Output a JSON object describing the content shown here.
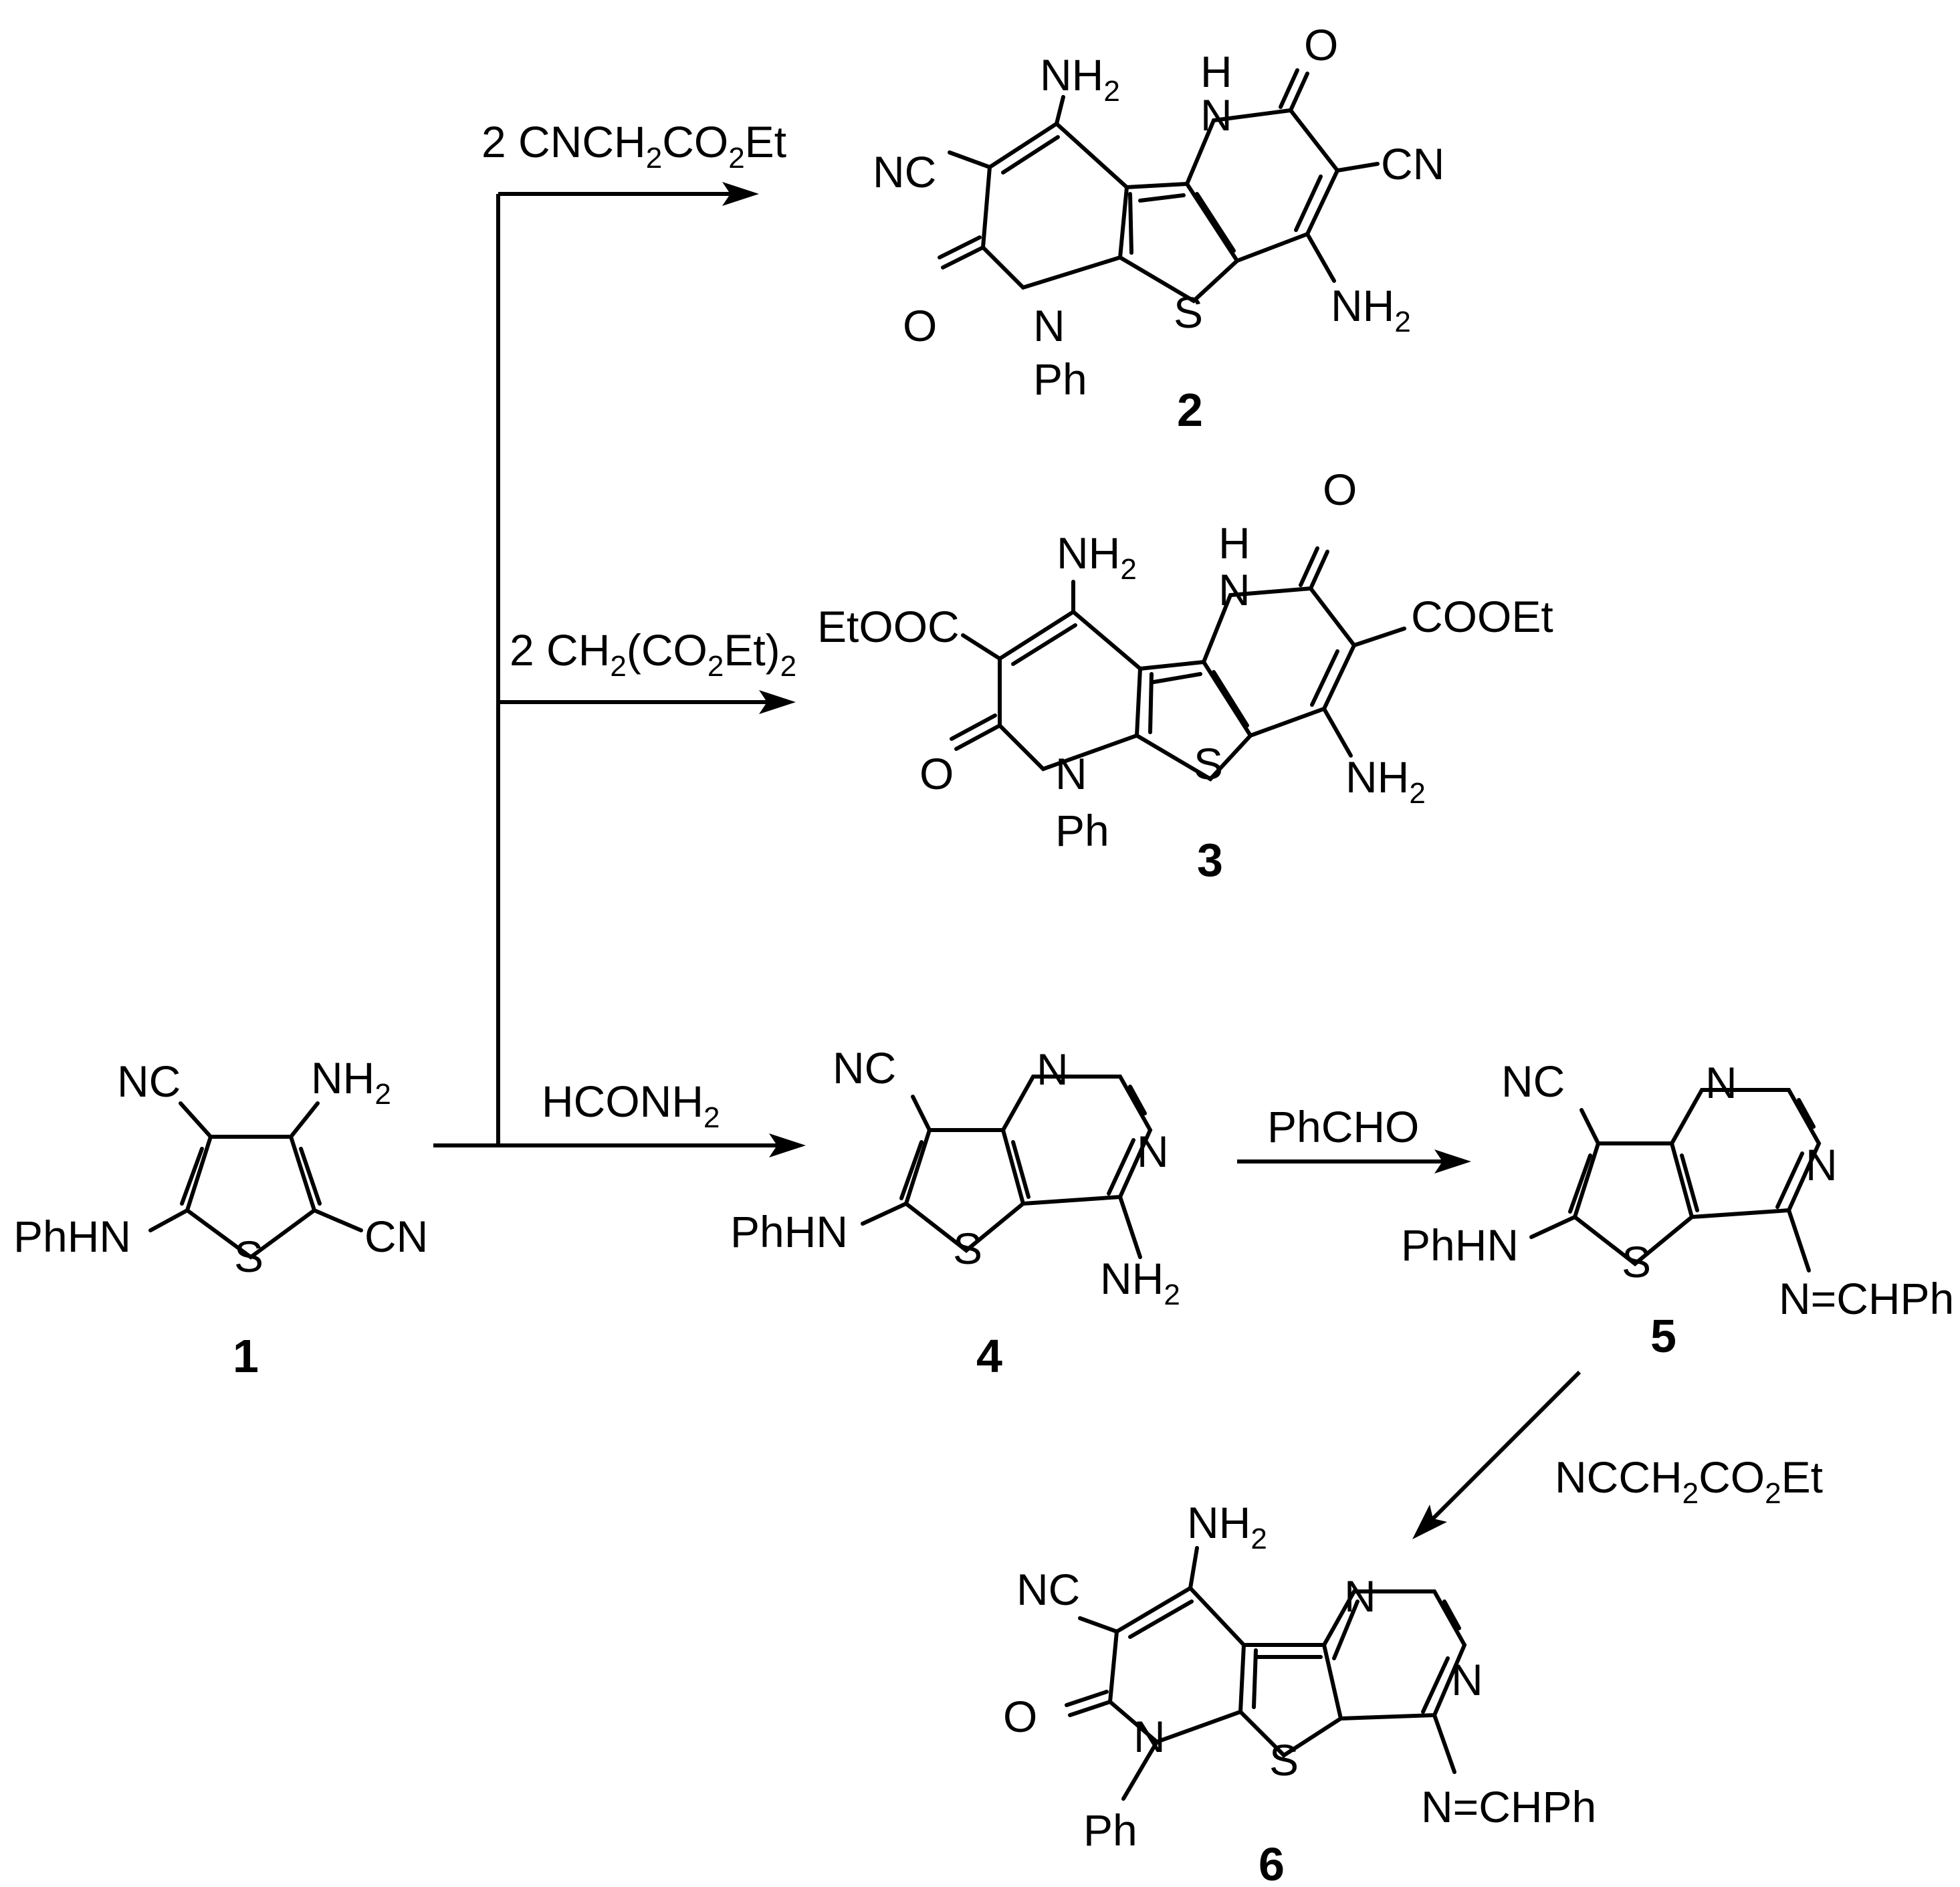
{
  "compounds": {
    "c1": {
      "number": "1",
      "NC": "NC",
      "NH2": "NH",
      "NH2_sub": "2",
      "PhHN": "PhHN",
      "CN": "CN",
      "S": "S"
    },
    "c2": {
      "number": "2",
      "NH2_top": "NH",
      "NH2_top_sub": "2",
      "NC": "NC",
      "H": "H",
      "N_top": "N",
      "O_top": "O",
      "CN": "CN",
      "NH2_bot": "NH",
      "NH2_bot_sub": "2",
      "O_left": "O",
      "N_ph": "N",
      "Ph": "Ph",
      "S": "S"
    },
    "c3": {
      "number": "3",
      "NH2_top": "NH",
      "NH2_top_sub": "2",
      "EtOOC": "EtOOC",
      "H": "H",
      "N_top": "N",
      "O_top": "O",
      "COOEt": "COOEt",
      "NH2_bot": "NH",
      "NH2_bot_sub": "2",
      "O_left": "O",
      "N_ph": "N",
      "Ph": "Ph",
      "S": "S"
    },
    "c4": {
      "number": "4",
      "NC": "NC",
      "N1": "N",
      "N2": "N",
      "PhHN": "PhHN",
      "S": "S",
      "NH2": "NH",
      "NH2_sub": "2"
    },
    "c5": {
      "number": "5",
      "NC": "NC",
      "N1": "N",
      "N2": "N",
      "PhHN": "PhHN",
      "S": "S",
      "imine": "N=CHPh"
    },
    "c6": {
      "number": "6",
      "NH2": "NH",
      "NH2_sub": "2",
      "NC": "NC",
      "N1": "N",
      "N2": "N",
      "O": "O",
      "N_ph": "N",
      "S": "S",
      "Ph": "Ph",
      "imine": "N=CHPh"
    }
  },
  "reagents": {
    "r2": {
      "p1": "2 CNCH",
      "s1": "2",
      "p2": "CO",
      "s2": "2",
      "p3": "Et"
    },
    "r3": {
      "p1": "2 CH",
      "s1": "2",
      "p2": "(CO",
      "s2": "2",
      "p3": "Et)",
      "s3": "2"
    },
    "r4": {
      "p1": "HCONH",
      "s1": "2"
    },
    "r5": {
      "p1": "PhCHO"
    },
    "r6": {
      "p1": "NCCH",
      "s1": "2",
      "p2": "CO",
      "s2": "2",
      "p3": "Et"
    }
  }
}
